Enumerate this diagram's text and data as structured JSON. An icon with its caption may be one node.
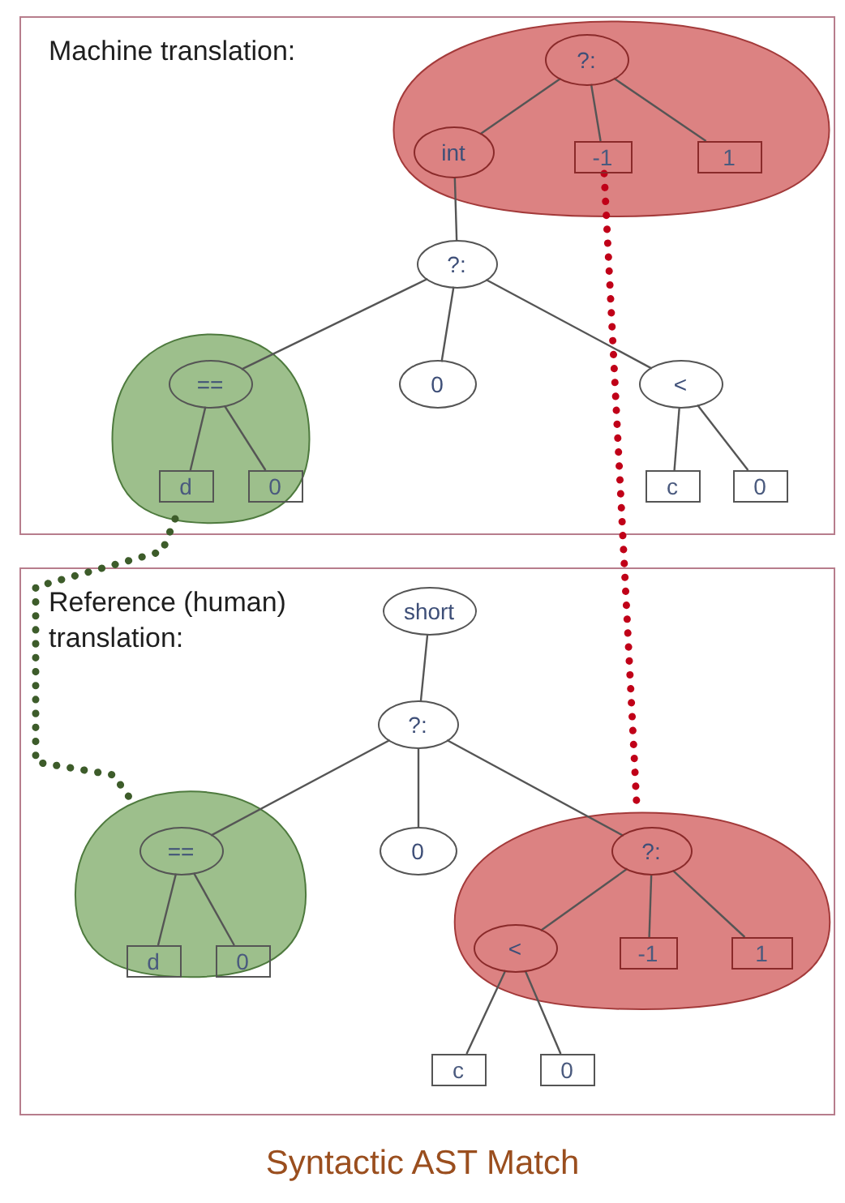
{
  "diagram": {
    "caption": "Syntactic AST Match",
    "nodes": [
      {
        "text": [
          "Machine translation:"
        ]
      },
      {
        "text": [],
        "shape": "blob",
        "in": 0
      },
      {
        "text": [
          "?:"
        ],
        "in": 1
      },
      {
        "text": [
          "int"
        ],
        "in": 1
      },
      {
        "text": [
          "-1"
        ],
        "in": 1
      },
      {
        "text": [
          "1"
        ],
        "in": 1
      },
      {
        "text": [
          "?:"
        ],
        "in": 0
      },
      {
        "text": [],
        "shape": "blob",
        "in": 0
      },
      {
        "text": [
          "=="
        ],
        "in": 7
      },
      {
        "text": [
          "0"
        ],
        "in": 0
      },
      {
        "text": [
          "<"
        ],
        "in": 0
      },
      {
        "text": [
          "d"
        ],
        "in": 7
      },
      {
        "text": [
          "0"
        ],
        "in": 7
      },
      {
        "text": [
          "c"
        ],
        "in": 0
      },
      {
        "text": [
          "0"
        ],
        "in": 0
      },
      {
        "text": [
          "Reference (human) translation:"
        ]
      },
      {
        "text": [
          "short"
        ],
        "in": 15
      },
      {
        "text": [
          "?:"
        ],
        "in": 15
      },
      {
        "text": [],
        "shape": "blob",
        "in": 15
      },
      {
        "text": [
          "=="
        ],
        "in": 18
      },
      {
        "text": [
          "0"
        ],
        "in": 15
      },
      {
        "text": [],
        "shape": "blob",
        "in": 15
      },
      {
        "text": [
          "?:"
        ],
        "in": 21
      },
      {
        "text": [
          "d"
        ],
        "in": 18
      },
      {
        "text": [
          "0"
        ],
        "in": 18
      },
      {
        "text": [
          "<"
        ],
        "in": 21
      },
      {
        "text": [
          "-1"
        ],
        "in": 21
      },
      {
        "text": [
          "1"
        ],
        "in": 21
      },
      {
        "text": [
          "c"
        ],
        "in": 15
      },
      {
        "text": [
          "0"
        ],
        "in": 15
      }
    ],
    "edges": [
      {
        "from": 2,
        "to": 3,
        "arrow": "none"
      },
      {
        "from": 2,
        "to": 4,
        "arrow": "none"
      },
      {
        "from": 2,
        "to": 5,
        "arrow": "none"
      },
      {
        "from": 3,
        "to": 6,
        "arrow": "none"
      },
      {
        "from": 6,
        "to": 8,
        "arrow": "none"
      },
      {
        "from": 6,
        "to": 9,
        "arrow": "none"
      },
      {
        "from": 6,
        "to": 10,
        "arrow": "none"
      },
      {
        "from": 8,
        "to": 11,
        "arrow": "none"
      },
      {
        "from": 8,
        "to": 12,
        "arrow": "none"
      },
      {
        "from": 10,
        "to": 13,
        "arrow": "none"
      },
      {
        "from": 10,
        "to": 14,
        "arrow": "none"
      },
      {
        "from": 16,
        "to": 17,
        "arrow": "none"
      },
      {
        "from": 17,
        "to": 19,
        "arrow": "none"
      },
      {
        "from": 17,
        "to": 20,
        "arrow": "none"
      },
      {
        "from": 17,
        "to": 22,
        "arrow": "none"
      },
      {
        "from": 19,
        "to": 23,
        "arrow": "none"
      },
      {
        "from": 19,
        "to": 24,
        "arrow": "none"
      },
      {
        "from": 22,
        "to": 25,
        "arrow": "none"
      },
      {
        "from": 22,
        "to": 26,
        "arrow": "none"
      },
      {
        "from": 22,
        "to": 27,
        "arrow": "none"
      },
      {
        "from": 25,
        "to": 28,
        "arrow": "none"
      },
      {
        "from": 25,
        "to": 29,
        "arrow": "none"
      },
      {
        "from": 7,
        "to": 18,
        "arrow": "none",
        "style": "dashed",
        "color": "#3d5c2a"
      },
      {
        "from": 4,
        "to": 21,
        "arrow": "none",
        "style": "dashed",
        "color": "#c00018"
      }
    ]
  }
}
